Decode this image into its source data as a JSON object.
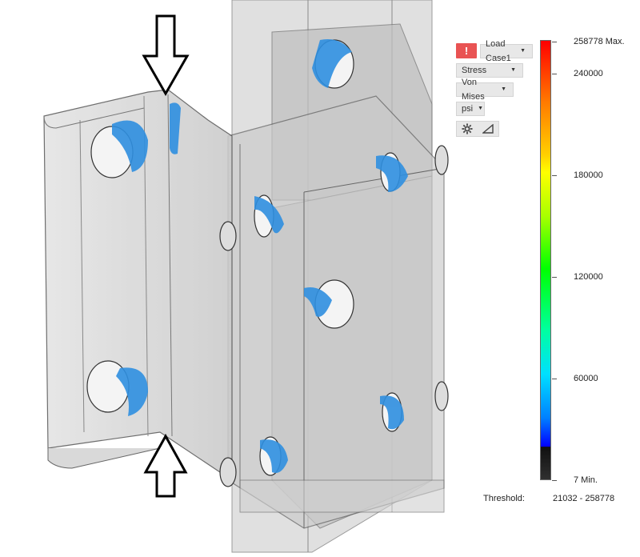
{
  "toolbar": {
    "alert_symbol": "!",
    "load_case": "Load Case1",
    "result_type": "Stress",
    "stress_type": "Von Mises",
    "units": "psi"
  },
  "legend": {
    "max_label": "258778 Max.",
    "ticks": [
      "240000",
      "180000",
      "120000",
      "60000"
    ],
    "min_label": "7 Min.",
    "threshold_label": "Threshold:",
    "threshold_range": "21032 - 258778"
  },
  "colors": {
    "alert": "#e95353",
    "stress_blue": "#2f8fe0",
    "part_grey": "#cfcfcf"
  },
  "icons": {
    "settings": "gear-icon",
    "triangle": "triangle-icon",
    "load_arrow": "arrow-icon"
  }
}
